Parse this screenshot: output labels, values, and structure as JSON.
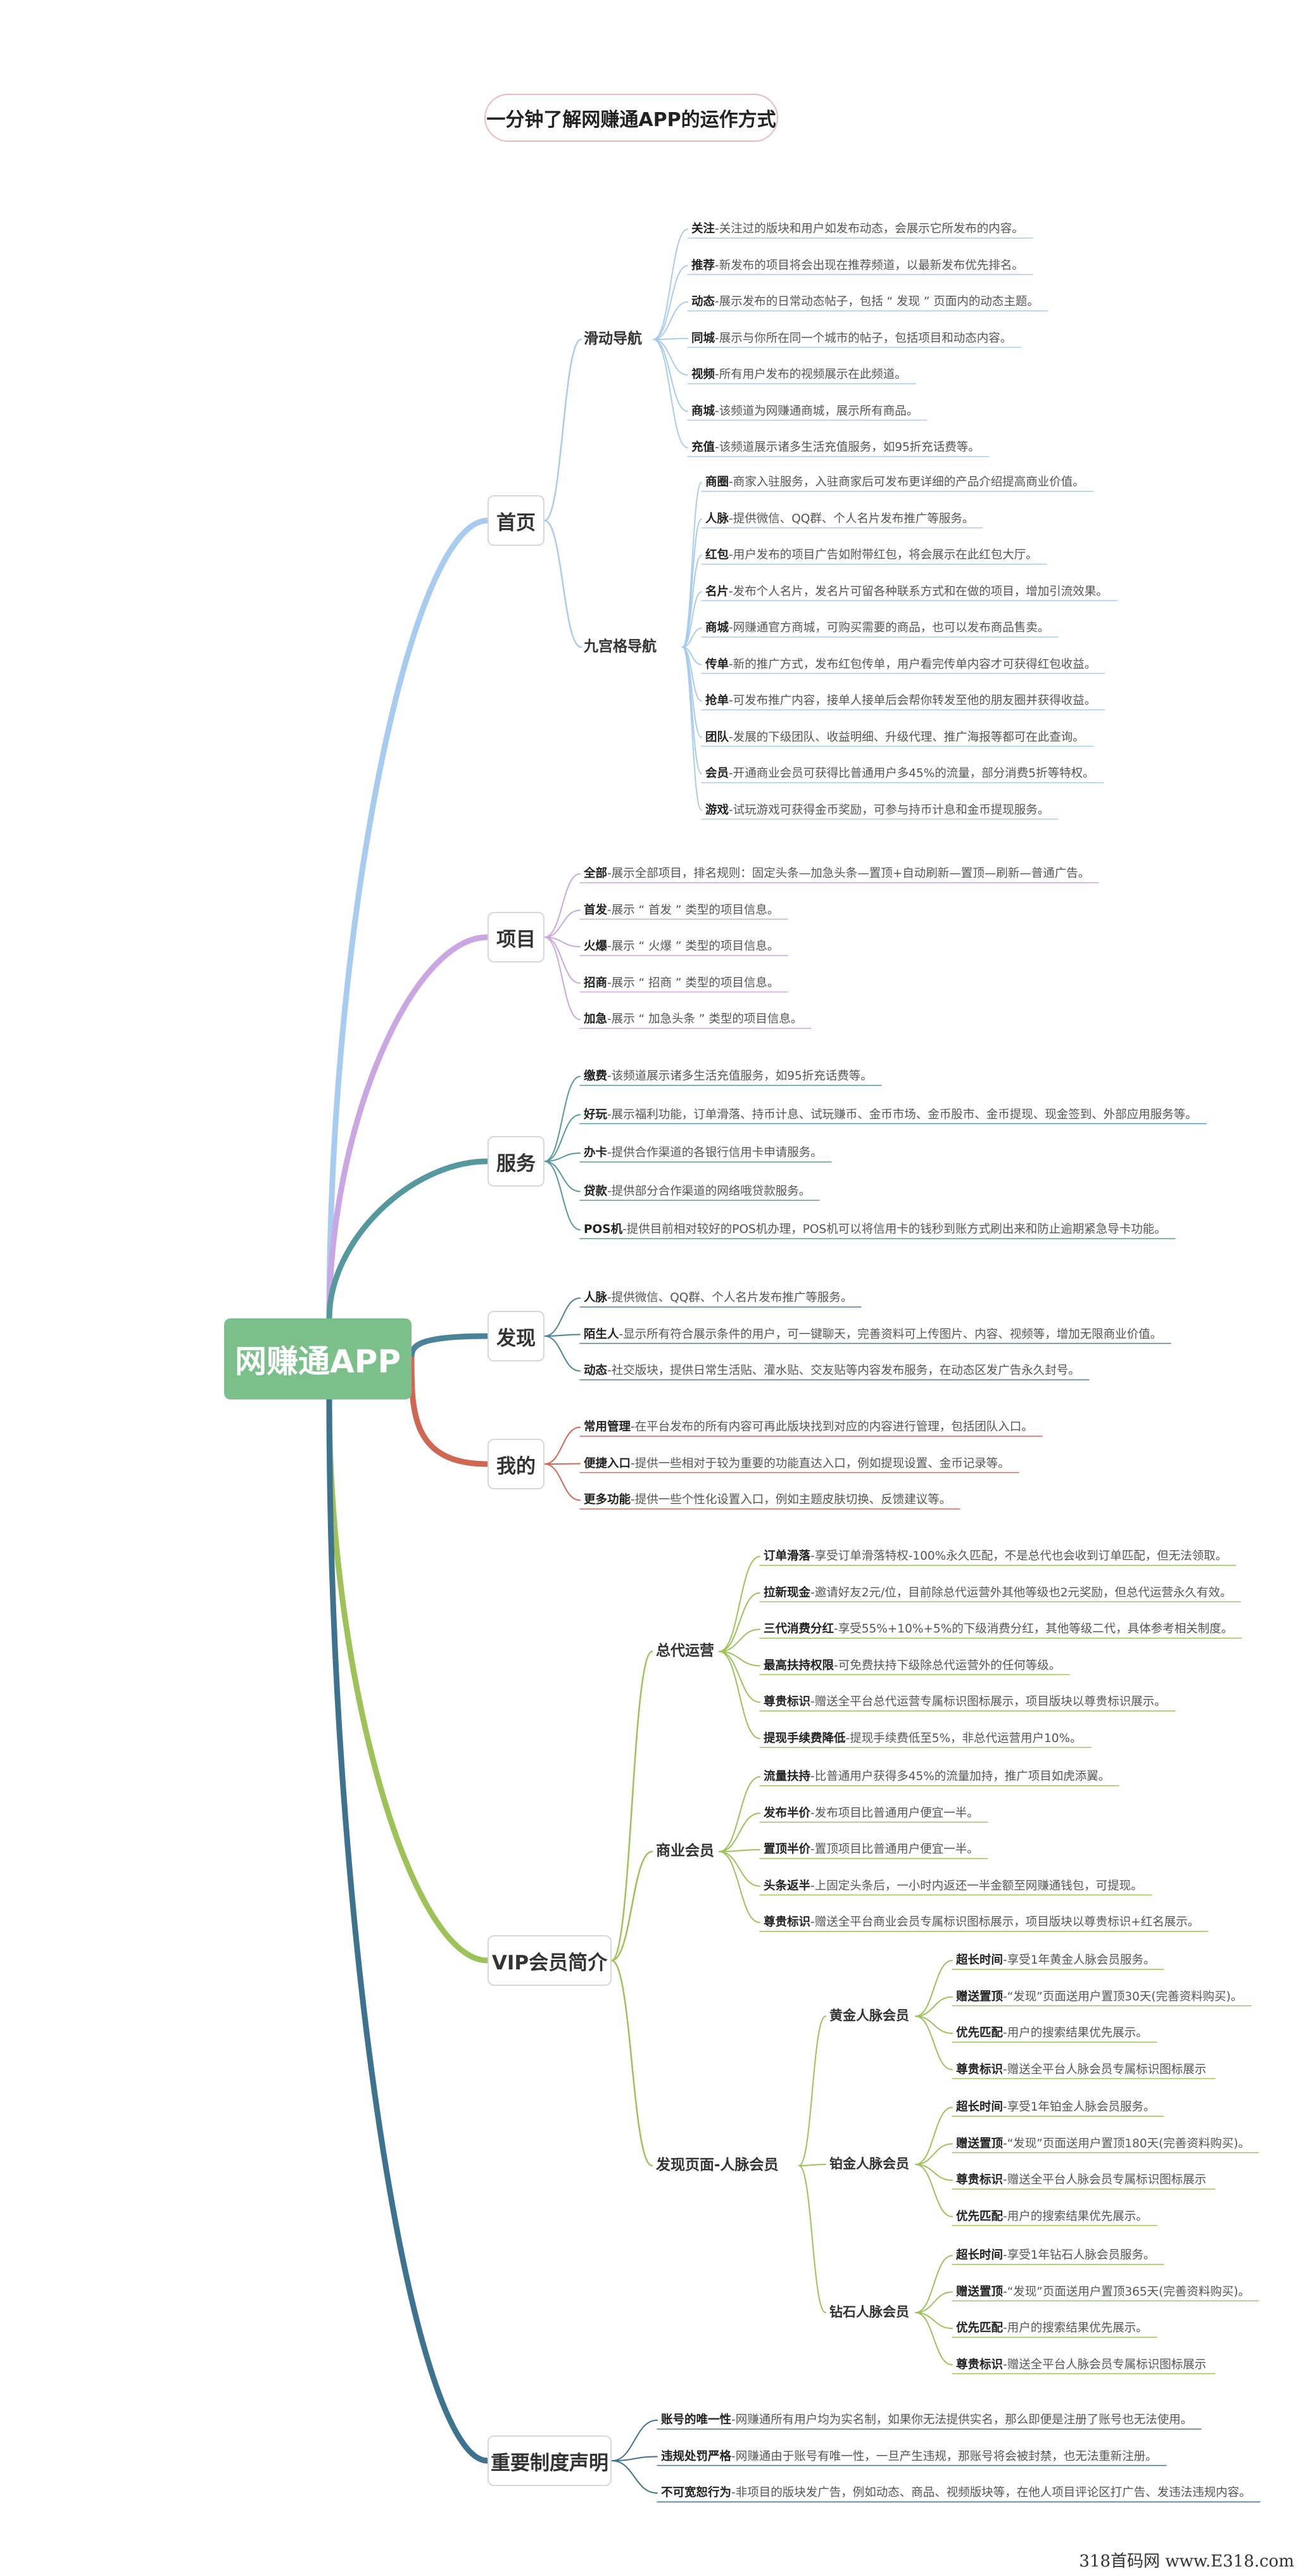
{
  "title": "一分钟了解网赚通APP的运作方式",
  "root": "网赚通APP",
  "watermark": "318首码网 www.E318.com",
  "colors": {
    "home": "#a8ccf0",
    "project": "#caa6e2",
    "service": "#55989e",
    "discover": "#4a8399",
    "mine": "#cf6753",
    "vip": "#9cc258",
    "rules": "#3e7390",
    "root": "#7bbf8a"
  },
  "branches": {
    "home": {
      "label": "首页",
      "sub1": {
        "label": "滑动导航",
        "items": [
          {
            "k": "关注",
            "v": "-关注过的版块和用户如发布动态，会展示它所发布的内容。"
          },
          {
            "k": "推荐",
            "v": "-新发布的项目将会出现在推荐频道，以最新发布优先排名。"
          },
          {
            "k": "动态",
            "v": "-展示发布的日常动态帖子，包括 “ 发现 ” 页面内的动态主题。"
          },
          {
            "k": "同城",
            "v": "-展示与你所在同一个城市的帖子，包括项目和动态内容。"
          },
          {
            "k": "视频",
            "v": "-所有用户发布的视频展示在此频道。"
          },
          {
            "k": "商城",
            "v": "-该频道为网赚通商城，展示所有商品。"
          },
          {
            "k": "充值",
            "v": "-该频道展示诸多生活充值服务，如95折充话费等。"
          }
        ]
      },
      "sub2": {
        "label": "九宫格导航",
        "items": [
          {
            "k": "商圈",
            "v": "-商家入驻服务，入驻商家后可发布更详细的产品介绍提高商业价值。"
          },
          {
            "k": "人脉",
            "v": "-提供微信、QQ群、个人名片发布推广等服务。"
          },
          {
            "k": "红包",
            "v": "-用户发布的项目广告如附带红包，将会展示在此红包大厅。"
          },
          {
            "k": "名片",
            "v": "-发布个人名片，发名片可留各种联系方式和在做的项目，增加引流效果。"
          },
          {
            "k": "商城",
            "v": "-网赚通官方商城，可购买需要的商品，也可以发布商品售卖。"
          },
          {
            "k": "传单",
            "v": "-新的推广方式，发布红包传单，用户看完传单内容才可获得红包收益。"
          },
          {
            "k": "抢单",
            "v": "-可发布推广内容，接单人接单后会帮你转发至他的朋友圈并获得收益。"
          },
          {
            "k": "团队",
            "v": "-发展的下级团队、收益明细、升级代理、推广海报等都可在此查询。"
          },
          {
            "k": "会员",
            "v": "-开通商业会员可获得比普通用户多45%的流量，部分消费5折等特权。"
          },
          {
            "k": "游戏",
            "v": "-试玩游戏可获得金币奖励，可参与持币计息和金币提现服务。"
          }
        ]
      }
    },
    "project": {
      "label": "项目",
      "items": [
        {
          "k": "全部",
          "v": "-展示全部项目，排名规则：固定头条—加急头条—置顶+自动刷新—置顶—刷新—普通广告。"
        },
        {
          "k": "首发",
          "v": "-展示 “ 首发 ” 类型的项目信息。"
        },
        {
          "k": "火爆",
          "v": "-展示 “ 火爆 ” 类型的项目信息。"
        },
        {
          "k": "招商",
          "v": "-展示 “ 招商 ” 类型的项目信息。"
        },
        {
          "k": "加急",
          "v": "-展示 “ 加急头条 ” 类型的项目信息。"
        }
      ]
    },
    "service": {
      "label": "服务",
      "items": [
        {
          "k": "缴费",
          "v": "-该频道展示诸多生活充值服务，如95折充话费等。"
        },
        {
          "k": "好玩",
          "v": "-展示福利功能，订单滑落、持币计息、试玩赚币、金币市场、金币股市、金币提现、现金签到、外部应用服务等。"
        },
        {
          "k": "办卡",
          "v": "-提供合作渠道的各银行信用卡申请服务。"
        },
        {
          "k": "贷款",
          "v": "-提供部分合作渠道的网络哦贷款服务。"
        },
        {
          "k": "POS机",
          "v": "-提供目前相对较好的POS机办理，POS机可以将信用卡的钱秒到账方式刷出来和防止逾期紧急导卡功能。"
        }
      ]
    },
    "discover": {
      "label": "发现",
      "items": [
        {
          "k": "人脉",
          "v": "-提供微信、QQ群、个人名片发布推广等服务。"
        },
        {
          "k": "陌生人",
          "v": "-显示所有符合展示条件的用户，可一键聊天，完善资料可上传图片、内容、视频等，增加无限商业价值。"
        },
        {
          "k": "动态",
          "v": "-社交版块，提供日常生活贴、灌水贴、交友贴等内容发布服务，在动态区发广告永久封号。"
        }
      ]
    },
    "mine": {
      "label": "我的",
      "items": [
        {
          "k": "常用管理",
          "v": "-在平台发布的所有内容可再此版块找到对应的内容进行管理，包括团队入口。"
        },
        {
          "k": "便捷入口",
          "v": "-提供一些相对于较为重要的功能直达入口，例如提现设置、金币记录等。"
        },
        {
          "k": "更多功能",
          "v": "-提供一些个性化设置入口，例如主题皮肤切换、反馈建议等。"
        }
      ]
    },
    "vip": {
      "label": "VIP会员简介",
      "sub1": {
        "label": "总代运营",
        "items": [
          {
            "k": "订单滑落",
            "v": "-享受订单滑落特权-100%永久匹配，不是总代也会收到订单匹配，但无法领取。"
          },
          {
            "k": "拉新现金",
            "v": "-邀请好友2元/位，目前除总代运营外其他等级也2元奖励，但总代运营永久有效。"
          },
          {
            "k": "三代消费分红",
            "v": "-享受55%+10%+5%的下级消费分红，其他等级二代，具体参考相关制度。"
          },
          {
            "k": "最高扶持权限",
            "v": "-可免费扶持下级除总代运营外的任何等级。"
          },
          {
            "k": "尊贵标识",
            "v": "-赠送全平台总代运营专属标识图标展示，项目版块以尊贵标识展示。"
          },
          {
            "k": "提现手续费降低",
            "v": "-提现手续费低至5%，非总代运营用户10%。"
          }
        ]
      },
      "sub2": {
        "label": "商业会员",
        "items": [
          {
            "k": "流量扶持",
            "v": "-比普通用户获得多45%的流量加持，推广项目如虎添翼。"
          },
          {
            "k": "发布半价",
            "v": "-发布项目比普通用户便宜一半。"
          },
          {
            "k": "置顶半价",
            "v": "-置顶项目比普通用户便宜一半。"
          },
          {
            "k": "头条返半",
            "v": "-上固定头条后，一小时内返还一半金额至网赚通钱包，可提现。"
          },
          {
            "k": "尊贵标识",
            "v": "-赠送全平台商业会员专属标识图标展示，项目版块以尊贵标识+红名展示。"
          }
        ]
      },
      "sub3": {
        "label": "发现页面-人脉会员",
        "gold": {
          "label": "黄金人脉会员",
          "items": [
            {
              "k": "超长时间",
              "v": "-享受1年黄金人脉会员服务。"
            },
            {
              "k": "赠送置顶",
              "v": "-“发现”页面送用户置顶30天(完善资料购买)。"
            },
            {
              "k": "优先匹配",
              "v": "-用户的搜索结果优先展示。"
            },
            {
              "k": "尊贵标识",
              "v": "-赠送全平台人脉会员专属标识图标展示"
            }
          ]
        },
        "platinum": {
          "label": "铂金人脉会员",
          "items": [
            {
              "k": "超长时间",
              "v": "-享受1年铂金人脉会员服务。"
            },
            {
              "k": "赠送置顶",
              "v": "-“发现”页面送用户置顶180天(完善资料购买)。"
            },
            {
              "k": "尊贵标识",
              "v": "-赠送全平台人脉会员专属标识图标展示"
            },
            {
              "k": "优先匹配",
              "v": "-用户的搜索结果优先展示。"
            }
          ]
        },
        "diamond": {
          "label": "钻石人脉会员",
          "items": [
            {
              "k": "超长时间",
              "v": "-享受1年钻石人脉会员服务。"
            },
            {
              "k": "赠送置顶",
              "v": "-“发现”页面送用户置顶365天(完善资料购买)。"
            },
            {
              "k": "优先匹配",
              "v": "-用户的搜索结果优先展示。"
            },
            {
              "k": "尊贵标识",
              "v": "-赠送全平台人脉会员专属标识图标展示"
            }
          ]
        }
      }
    },
    "rules": {
      "label": "重要制度声明",
      "items": [
        {
          "k": "账号的唯一性",
          "v": "-网赚通所有用户均为实名制，如果你无法提供实名，那么即便是注册了账号也无法使用。"
        },
        {
          "k": "违规处罚严格",
          "v": "-网赚通由于账号有唯一性，一旦产生违规，那账号将会被封禁，也无法重新注册。"
        },
        {
          "k": "不可宽恕行为",
          "v": "-非项目的版块发广告，例如动态、商品、视频版块等，在他人项目评论区打广告、发违法违规内容。"
        }
      ]
    }
  }
}
